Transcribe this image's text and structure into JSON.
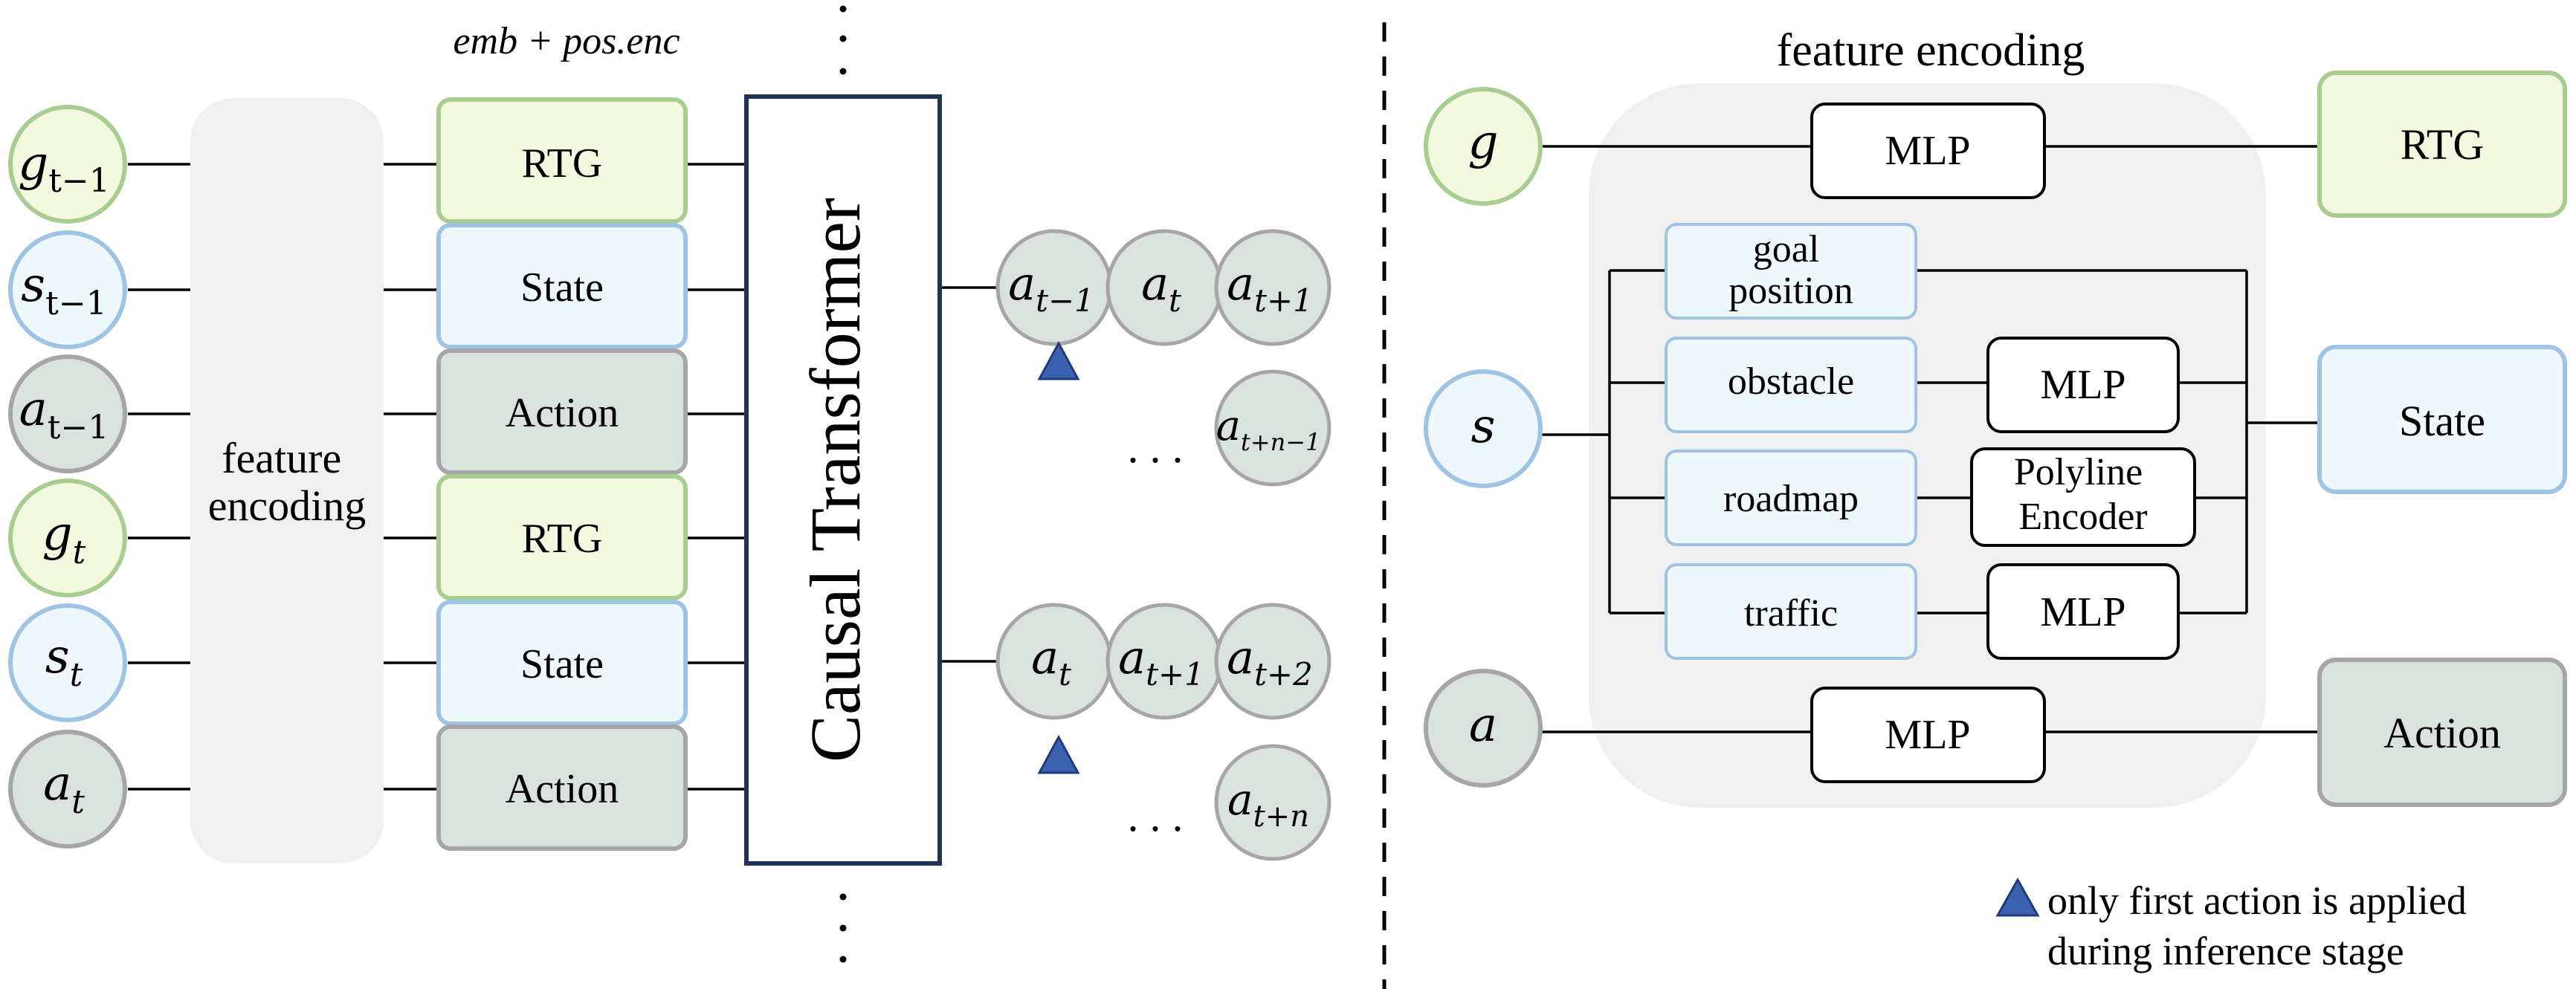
{
  "colors": {
    "rtg_fill": "#f2f9df",
    "rtg_border": "#a9cd91",
    "state_fill": "#eef7f9",
    "state_border": "#9fc4e3",
    "action_fill": "#d9e2dd",
    "action_border": "#a6a6a6",
    "panel_fill": "#f0f0f0",
    "triangle": "#3b62b0",
    "triangle_border": "#1f3c78"
  },
  "left": {
    "header": "emb + pos.enc",
    "feature_encoding_label": [
      "feature",
      "encoding"
    ],
    "transformer_label": "Causal Transformer",
    "inputs": [
      {
        "sym": "g",
        "sub": "t−1",
        "kind": "rtg"
      },
      {
        "sym": "s",
        "sub": "t−1",
        "kind": "state"
      },
      {
        "sym": "a",
        "sub": "t−1",
        "kind": "action"
      },
      {
        "sym": "g",
        "sub": "t",
        "kind": "rtg"
      },
      {
        "sym": "s",
        "sub": "t",
        "kind": "state"
      },
      {
        "sym": "a",
        "sub": "t",
        "kind": "action"
      }
    ],
    "tokens": [
      "RTG",
      "State",
      "Action",
      "RTG",
      "State",
      "Action"
    ],
    "outputs_top": [
      {
        "sym": "a",
        "sub": "t−1"
      },
      {
        "sym": "a",
        "sub": "t"
      },
      {
        "sym": "a",
        "sub": "t+1"
      }
    ],
    "output_top_last": {
      "sym": "a",
      "sub": "t+n−1"
    },
    "outputs_bottom": [
      {
        "sym": "a",
        "sub": "t"
      },
      {
        "sym": "a",
        "sub": "t+1"
      },
      {
        "sym": "a",
        "sub": "t+2"
      }
    ],
    "output_bottom_last": {
      "sym": "a",
      "sub": "t+n"
    },
    "ellipsis": ". . ."
  },
  "right": {
    "title": "feature encoding",
    "g_symbol": "g",
    "s_symbol": "s",
    "a_symbol": "a",
    "mlp_label": "MLP",
    "state_features": [
      "goal position",
      "obstacle",
      "roadmap",
      "traffic"
    ],
    "goal_lines": [
      "goal",
      "position"
    ],
    "polyline_lines": [
      "Polyline",
      "Encoder"
    ],
    "outputs": [
      "RTG",
      "State",
      "Action"
    ],
    "legend_lines": [
      "only first action is applied",
      "during inference stage"
    ]
  }
}
